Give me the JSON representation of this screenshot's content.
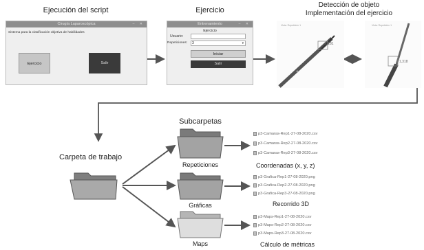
{
  "steps": {
    "script_title": "Ejecución del script",
    "exercise_title": "Ejercicio",
    "detection_title_l1": "Detección de objeto",
    "detection_title_l2": "Implementación del ejercicio"
  },
  "win1": {
    "title": "Cirugía Laparoscópica",
    "text": "Sistema para la clasificación objetiva de habilidades",
    "btn_exercise": "Ejercicio",
    "btn_exit": "Salir"
  },
  "win2": {
    "title": "Entrenamiento",
    "heading": "Ejercicio",
    "user_label": "Usuario:",
    "reps_label": "Repeticiones:",
    "reps_value": "3",
    "btn_start": "Iniciar",
    "btn_exit": "Salir"
  },
  "detection": {
    "left_caption": "Vista: Repetición 1",
    "left_value": "1,181",
    "right_caption": "Vista: Repetición 1",
    "right_value": "1,318"
  },
  "workdir": "Carpeta de trabajo",
  "subfolders_title": "Subcarpetas",
  "folders": [
    {
      "name": "Repeticiones",
      "files": [
        "p3-Camaras-Rep1-27-08-2020.csv",
        "p3-Camaras-Rep2-27-08-2020.csv",
        "p3-Camaras-Rep3-27-08-2020.csv"
      ],
      "output": "Coordenadas (x, y, z)"
    },
    {
      "name": "Gráficas",
      "files": [
        "p3-Grafica-Rep1-27-08-2020.png",
        "p3-Grafica-Rep2-27-08-2020.png",
        "p3-Grafica-Rep3-27-08-2020.png"
      ],
      "output": "Recorrido 3D"
    },
    {
      "name": "Maps",
      "files": [
        "p3-Maps-Rep1-27-08-2020.csv",
        "p3-Maps-Rep2-27-08-2020.csv",
        "p3-Maps-Rep3-27-08-2020.csv"
      ],
      "output": "Cálculo de métricas"
    }
  ],
  "colors": {
    "arrow": "#555555",
    "folder_dark": "#8f8f8f",
    "folder_light": "#cfcfcf",
    "btn_dark": "#3a3a3a"
  }
}
